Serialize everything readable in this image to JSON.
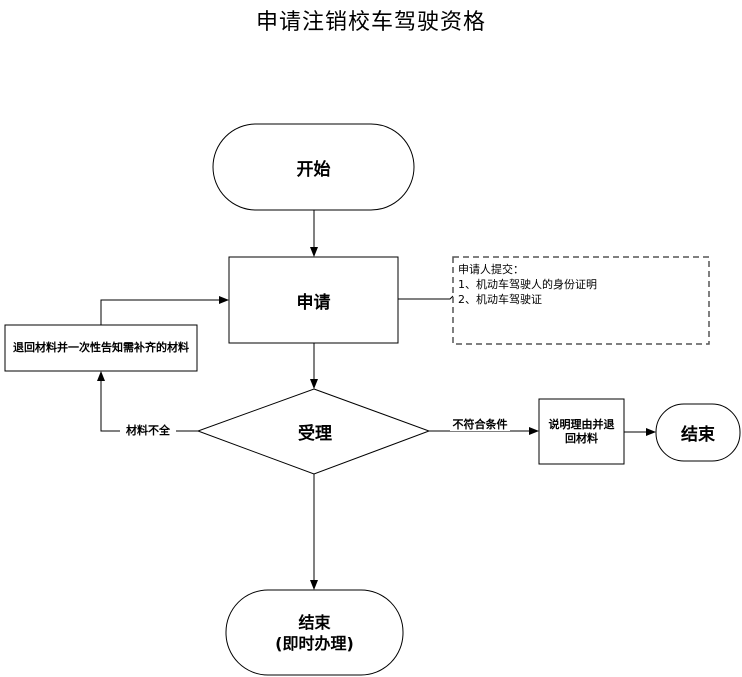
{
  "title": "申请注销校车驾驶资格",
  "nodes": {
    "start": {
      "label": "开始"
    },
    "apply": {
      "label": "申请"
    },
    "accept": {
      "label": "受理"
    },
    "return_materials": {
      "label": "退回材料并一次性告知需补齐的材料"
    },
    "explain_reject": {
      "label": "说明理由并退回材料"
    },
    "end_reject": {
      "label": "结束"
    },
    "end_main": {
      "line1": "结束",
      "line2": "(即时办理)"
    }
  },
  "note": {
    "heading": "申请人提交：",
    "items": [
      "1、机动车驾驶人的身份证明",
      "2、机动车驾驶证"
    ]
  },
  "edges": {
    "incomplete": "材料不全",
    "not_qualified": "不符合条件"
  }
}
